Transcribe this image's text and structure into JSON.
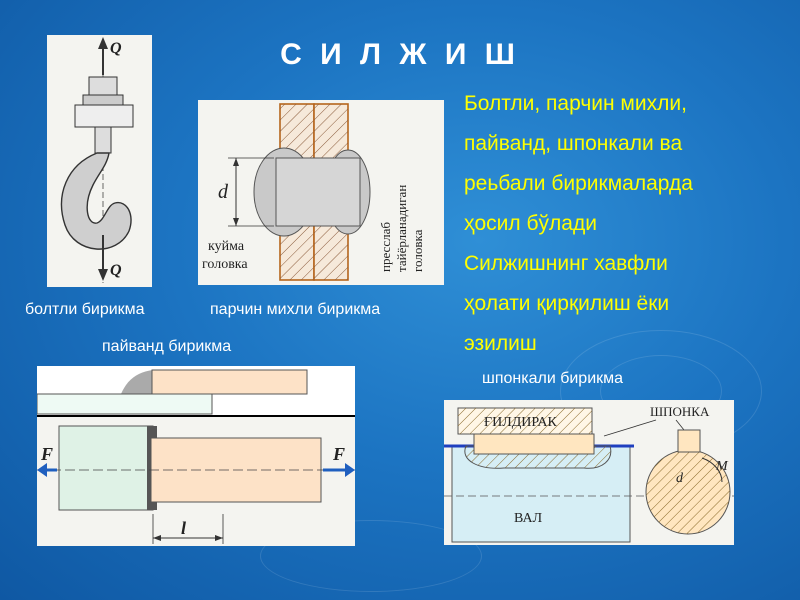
{
  "slide": {
    "title": "С И Л Ж И Ш",
    "description_lines": [
      "Болтли, парчин михли,",
      "пайванд,  шпонкали ва",
      "реьбали бирикмаларда",
      "ҳосил бўлади",
      "Силжишнинг хавфли",
      "ҳолати қирқилиш ёки",
      "эзилиш"
    ]
  },
  "captions": {
    "bolt": "болтли бирикма",
    "rivet": "парчин михли  бирикма",
    "weld": "пайванд бирикма",
    "key": "шпонкали  бирикма"
  },
  "figures": {
    "hook": {
      "load_top": "Q",
      "load_bottom": "Q"
    },
    "rivet": {
      "dimension": "d",
      "cast_head": [
        "куйма",
        "головка"
      ],
      "press_head": [
        "пресслаб",
        "тайёрланадиган",
        "головка"
      ]
    },
    "weld": {
      "force_left": "F",
      "force_right": "F",
      "length": "l"
    },
    "key": {
      "wheel": "ҒИЛДИРАК",
      "key": "ШПОНКА",
      "shaft": "ВАЛ",
      "dimension": "d",
      "moment": "M"
    }
  },
  "colors": {
    "background": "#1c74c2",
    "title_text": "#ffffff",
    "body_text": "#ffff00",
    "panel_bg": "#f4f4f0"
  }
}
